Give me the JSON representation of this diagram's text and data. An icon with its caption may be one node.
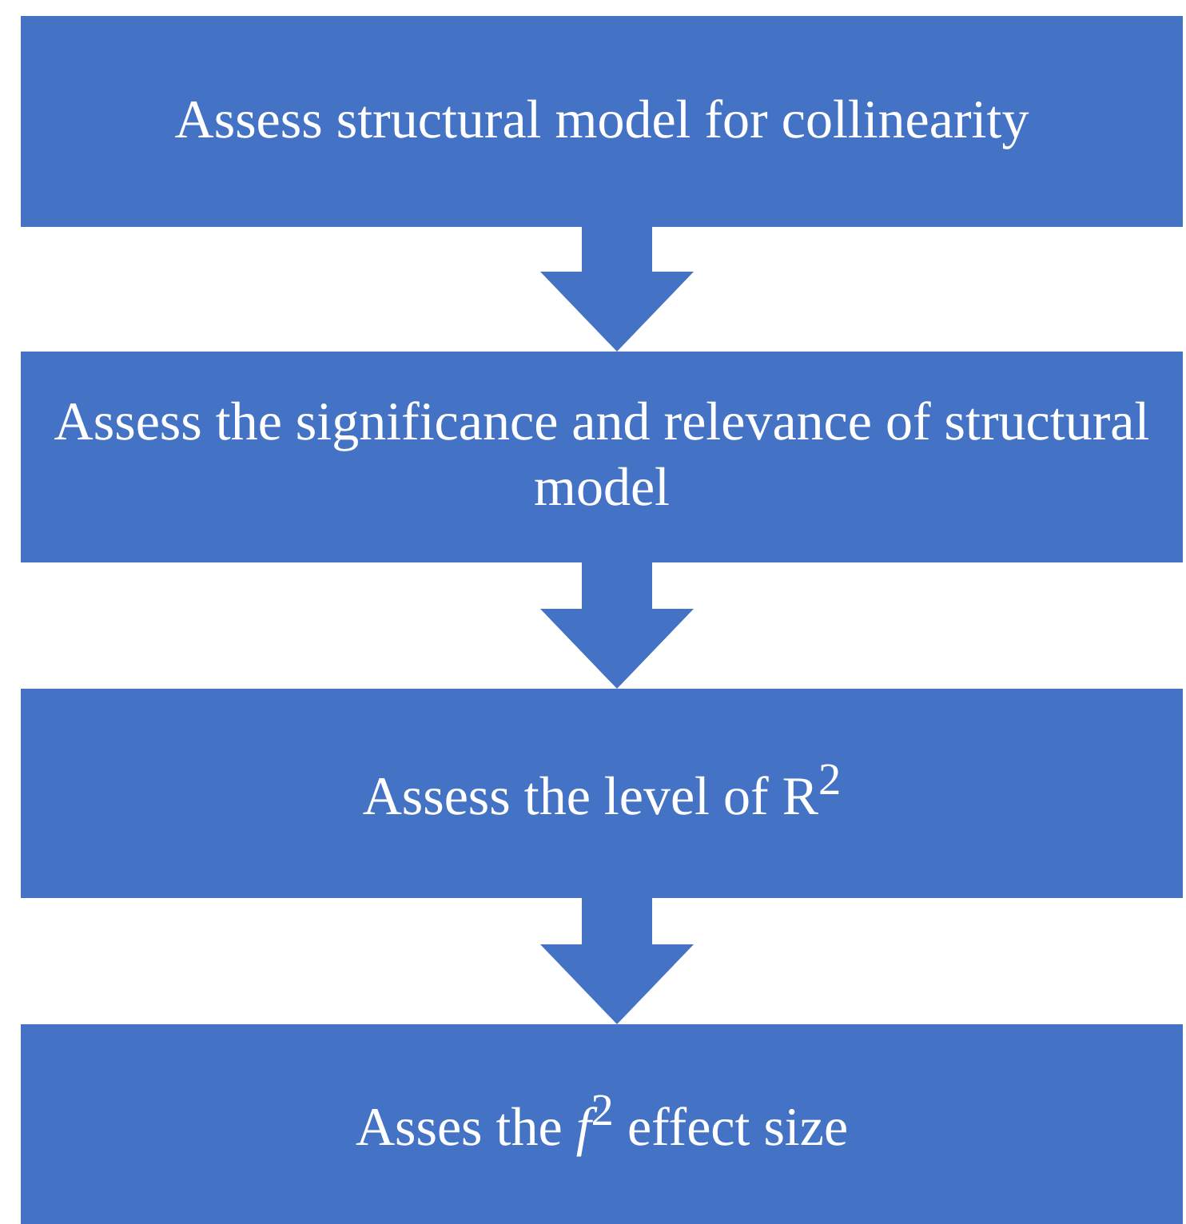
{
  "diagram": {
    "nodes": [
      {
        "text": [
          "Assess structural model for collinearity"
        ]
      },
      {
        "text": [
          "Assess the significance and relevance of structural model"
        ]
      },
      {
        "text": [
          "Assess the level of R$^{2}$"
        ]
      },
      {
        "text": [
          "Asses the *f*$^{2}$ effect size"
        ]
      }
    ],
    "edges": [
      {
        "from": 0,
        "to": 1,
        "arrow": "to"
      },
      {
        "from": 1,
        "to": 2,
        "arrow": "to"
      },
      {
        "from": 2,
        "to": 3,
        "arrow": "to"
      }
    ]
  }
}
